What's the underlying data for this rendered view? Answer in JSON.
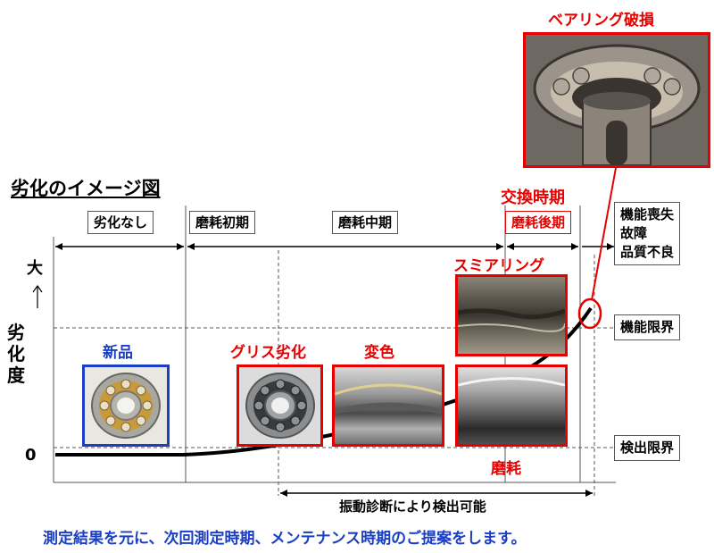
{
  "title": "劣化のイメージ図",
  "phases": {
    "none": "劣化なし",
    "early": "磨耗初期",
    "middle": "磨耗中期",
    "late": "磨耗後期",
    "replace": "交換時期",
    "loss": [
      "機能喪失",
      "故障",
      "品質不良"
    ]
  },
  "axis": {
    "y_top": "大",
    "y_label": "劣化度",
    "y_zero": "0"
  },
  "limits": {
    "function": "機能限界",
    "detect": "検出限界"
  },
  "captions": {
    "new": "新品",
    "grease": "グリス劣化",
    "discolor": "変色",
    "smear": "スミアリング",
    "wear": "磨耗",
    "damage": "ベアリング破損"
  },
  "vibration": "振動診断により検出可能",
  "footer": "測定結果を元に、次回測定時期、メンテナンス時期のご提案をします。",
  "colors": {
    "red": "#e60000",
    "blue": "#1a3fc4"
  }
}
